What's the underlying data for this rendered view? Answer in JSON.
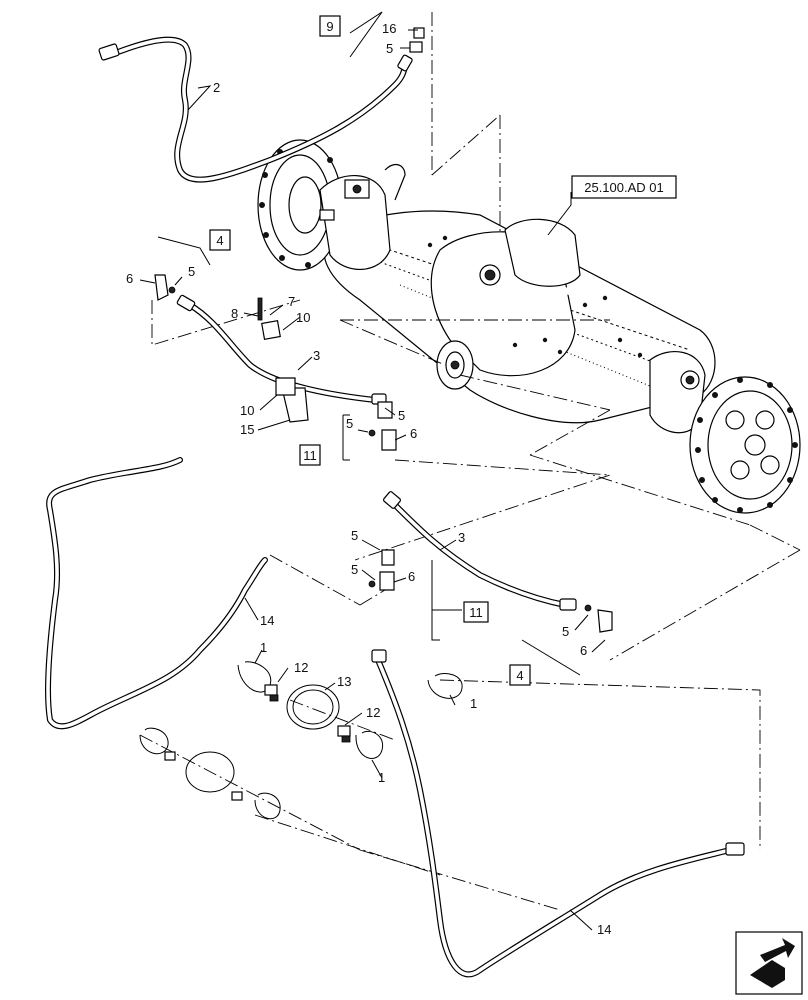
{
  "diagram": {
    "reference_label": "25.100.AD 01",
    "boxed_labels": [
      "9",
      "4",
      "11",
      "11",
      "4"
    ],
    "callouts": [
      {
        "id": "c-16",
        "text": "16"
      },
      {
        "id": "c-5a",
        "text": "5"
      },
      {
        "id": "c-2",
        "text": "2"
      },
      {
        "id": "c-6a",
        "text": "6"
      },
      {
        "id": "c-5b",
        "text": "5"
      },
      {
        "id": "c-8",
        "text": "8"
      },
      {
        "id": "c-7",
        "text": "7"
      },
      {
        "id": "c-10a",
        "text": "10"
      },
      {
        "id": "c-3a",
        "text": "3"
      },
      {
        "id": "c-10b",
        "text": "10"
      },
      {
        "id": "c-15",
        "text": "15"
      },
      {
        "id": "c-5c",
        "text": "5"
      },
      {
        "id": "c-5d",
        "text": "5"
      },
      {
        "id": "c-6b",
        "text": "6"
      },
      {
        "id": "c-5e",
        "text": "5"
      },
      {
        "id": "c-3b",
        "text": "3"
      },
      {
        "id": "c-5f",
        "text": "5"
      },
      {
        "id": "c-6c",
        "text": "6"
      },
      {
        "id": "c-14a",
        "text": "14"
      },
      {
        "id": "c-5g",
        "text": "5"
      },
      {
        "id": "c-6d",
        "text": "6"
      },
      {
        "id": "c-1a",
        "text": "1"
      },
      {
        "id": "c-12a",
        "text": "12"
      },
      {
        "id": "c-13",
        "text": "13"
      },
      {
        "id": "c-1b",
        "text": "1"
      },
      {
        "id": "c-12b",
        "text": "12"
      },
      {
        "id": "c-1c",
        "text": "1"
      },
      {
        "id": "c-14b",
        "text": "14"
      }
    ],
    "nav_icon": "next-page-arrow-icon"
  }
}
